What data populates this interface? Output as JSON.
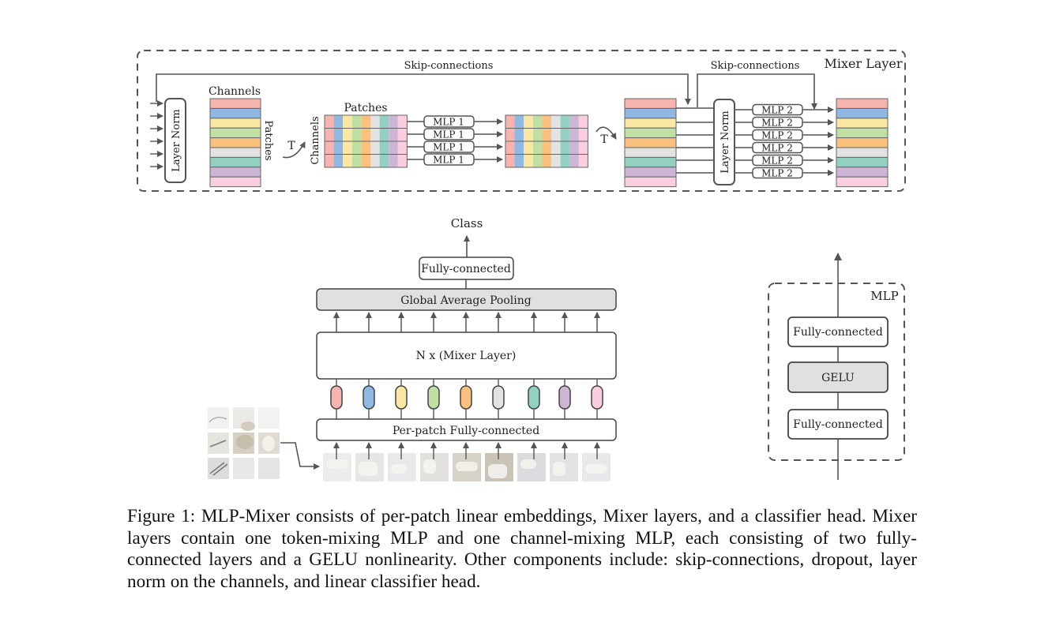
{
  "figure": {
    "mixer_layer": {
      "title": "Mixer Layer",
      "skip_label_1": "Skip-connections",
      "skip_label_2": "Skip-connections",
      "layer_norm_label": "Layer Norm",
      "channels_label": "Channels",
      "patches_label": "Patches",
      "patches_label_rot": "Patches",
      "channels_label_rot": "Channels",
      "transpose_label": "T",
      "mlp1_label": "MLP 1",
      "mlp2_label": "MLP 2",
      "row_colors": [
        "#f7b3ad",
        "#8fb8e3",
        "#fae7a3",
        "#bfe0a2",
        "#fac07e",
        "#e2e2e2",
        "#92d1c2",
        "#cdb5d6",
        "#fbcde0"
      ]
    },
    "main": {
      "class_label": "Class",
      "fully_connected_label": "Fully-connected",
      "gap_label": "Global Average Pooling",
      "mixer_stack_label": "N x (Mixer Layer)",
      "per_patch_label": "Per-patch Fully-connected",
      "token_colors": [
        "#f7b3ad",
        "#8fb8e3",
        "#fae7a3",
        "#bfe0a2",
        "#fac07e",
        "#e2e2e2",
        "#92d1c2",
        "#cdb5d6",
        "#fbcde0"
      ]
    },
    "mlp_block": {
      "title": "MLP",
      "fc_top_label": "Fully-connected",
      "gelu_label": "GELU",
      "fc_bottom_label": "Fully-connected"
    }
  },
  "caption": {
    "text": "Figure 1: MLP-Mixer consists of per-patch linear embeddings, Mixer layers, and a classifier head. Mixer layers contain one token-mixing MLP and one channel-mixing MLP, each consisting of two fully-connected layers and a GELU nonlinearity.  Other components include: skip-connections, dropout, layer norm on the channels, and linear classifier head."
  }
}
